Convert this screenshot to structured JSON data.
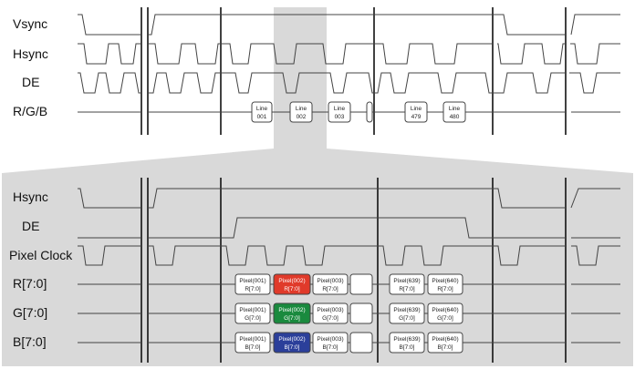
{
  "top_panel": {
    "signal_labels": [
      "Vsync",
      "Hsync",
      "DE",
      "R/G/B"
    ],
    "line_boxes": [
      {
        "l1": "Line",
        "l2": "001"
      },
      {
        "l1": "Line",
        "l2": "002"
      },
      {
        "l1": "Line",
        "l2": "003"
      },
      {
        "l1": "",
        "l2": ""
      },
      {
        "l1": "Line",
        "l2": "479"
      },
      {
        "l1": "Line",
        "l2": "480"
      }
    ]
  },
  "bottom_panel": {
    "signal_labels": [
      "Hsync",
      "DE",
      "Pixel Clock",
      "R[7:0]",
      "G[7:0]",
      "B[7:0]"
    ],
    "rows": [
      {
        "highlight_color": "#e03a2a",
        "cells": [
          {
            "l1": "Pixel(001)",
            "l2": "R[7:0]"
          },
          {
            "l1": "Pixel(002)",
            "l2": "R[7:0]"
          },
          {
            "l1": "Pixel(003)",
            "l2": "R[7:0]"
          },
          {
            "l1": "",
            "l2": ""
          },
          {
            "l1": "Pixel(639)",
            "l2": "R[7:0]"
          },
          {
            "l1": "Pixel(640)",
            "l2": "R[7:0]"
          }
        ]
      },
      {
        "highlight_color": "#1a8a3e",
        "cells": [
          {
            "l1": "Pixel(001)",
            "l2": "G[7:0]"
          },
          {
            "l1": "Pixel(002)",
            "l2": "G[7:0]"
          },
          {
            "l1": "Pixel(003)",
            "l2": "G[7:0]"
          },
          {
            "l1": "",
            "l2": ""
          },
          {
            "l1": "Pixel(639)",
            "l2": "G[7:0]"
          },
          {
            "l1": "Pixel(640)",
            "l2": "G[7:0]"
          }
        ]
      },
      {
        "highlight_color": "#2b3f9a",
        "cells": [
          {
            "l1": "Pixel(001)",
            "l2": "B[7:0]"
          },
          {
            "l1": "Pixel(002)",
            "l2": "B[7:0]"
          },
          {
            "l1": "Pixel(003)",
            "l2": "B[7:0]"
          },
          {
            "l1": "",
            "l2": ""
          },
          {
            "l1": "Pixel(639)",
            "l2": "B[7:0]"
          },
          {
            "l1": "Pixel(640)",
            "l2": "B[7:0]"
          }
        ]
      }
    ]
  },
  "colors": {
    "panel_background": "#d9d9d9",
    "magnify_background": "#d9d9d9",
    "signal_line": "#444444",
    "separator": "#111111"
  }
}
